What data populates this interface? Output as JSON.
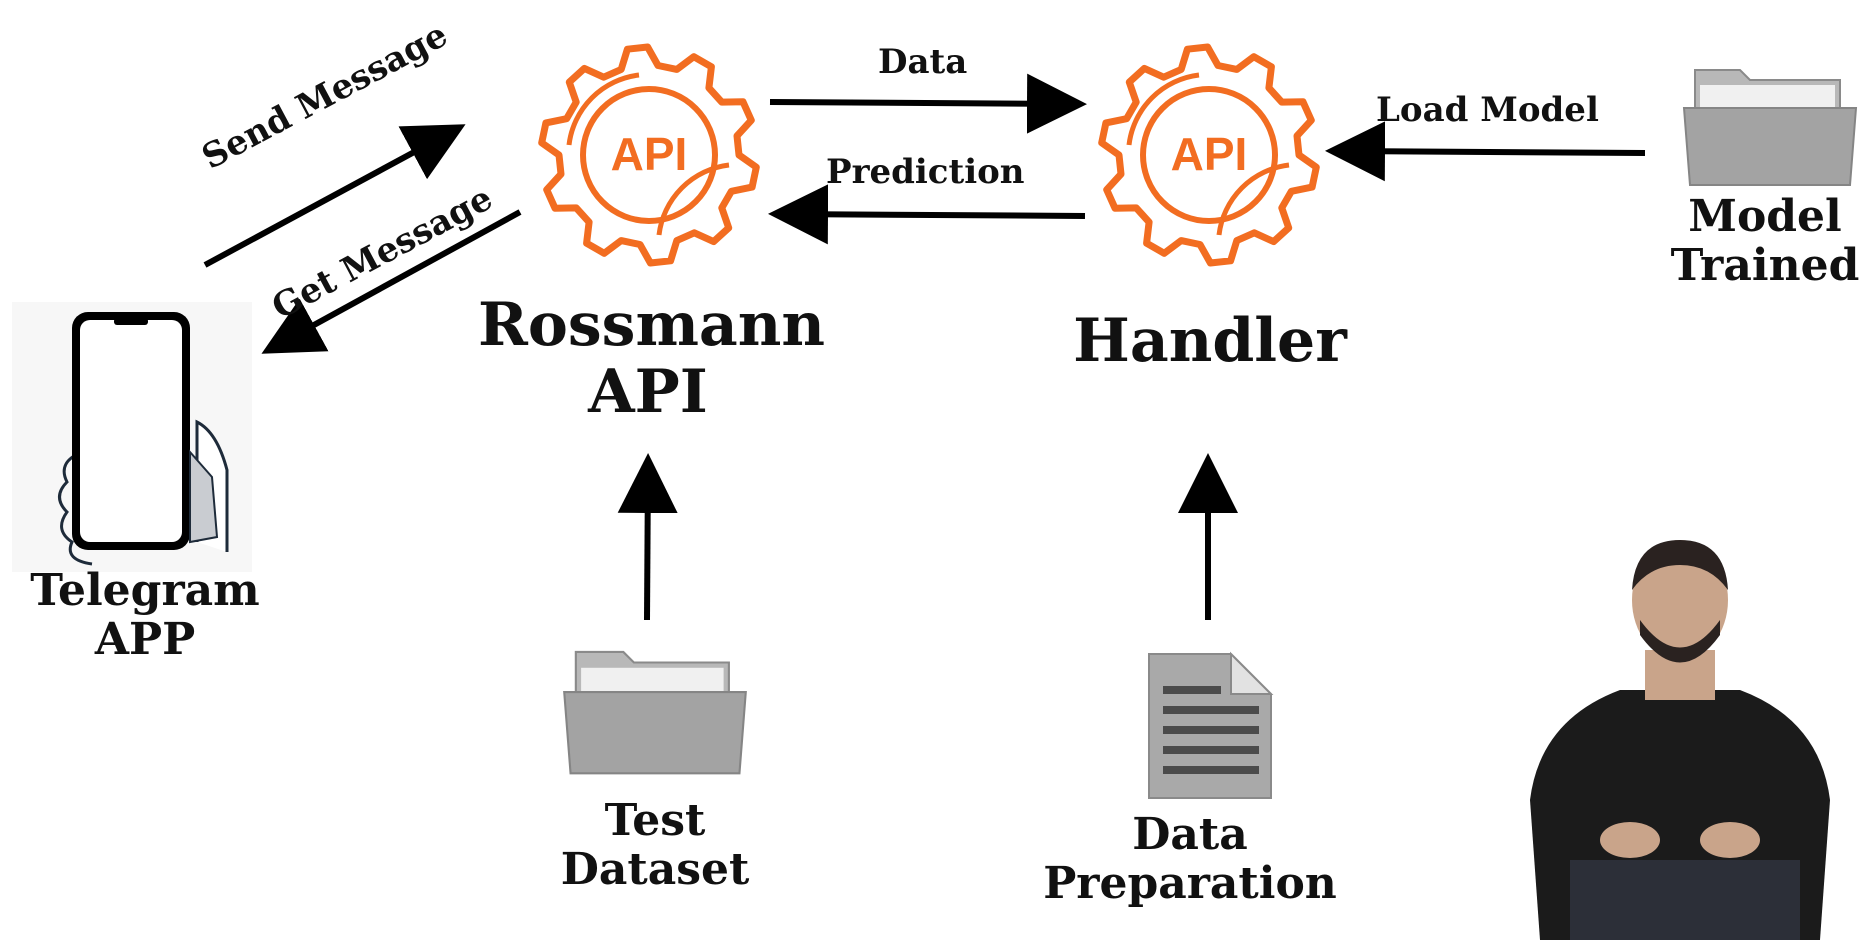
{
  "diagram": {
    "nodes": {
      "telegram": {
        "line1": "Telegram",
        "line2": "APP",
        "icon": "smartphone-in-hand-icon"
      },
      "rossmann": {
        "line1": "Rossmann",
        "line2": "API",
        "icon": "api-gear-icon",
        "icon_text": "API"
      },
      "handler": {
        "line1": "Handler",
        "icon": "api-gear-icon",
        "icon_text": "API"
      },
      "model": {
        "line1": "Model",
        "line2": "Trained",
        "icon": "folder-icon"
      },
      "test_dataset": {
        "line1": "Test",
        "line2": "Dataset",
        "icon": "folder-icon"
      },
      "data_prep": {
        "line1": "Data",
        "line2": "Preparation",
        "icon": "document-icon"
      }
    },
    "edges": {
      "send_message": "Send Message",
      "get_message": "Get Message",
      "data": "Data",
      "prediction": "Prediction",
      "load_model": "Load Model"
    },
    "colors": {
      "api_orange": "#f26d21",
      "arrow": "#000000",
      "folder_grey": "#9c9c9c"
    }
  }
}
